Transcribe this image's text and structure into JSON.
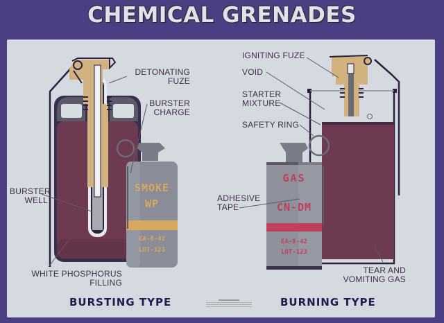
{
  "poster": {
    "title": "CHEMICAL GRENADES",
    "colors": {
      "background": "#4a3f82",
      "board": "#d4dae0",
      "filling": "#6e3a52",
      "fuze_brass": "#d2b27e",
      "canister": "#8a8c98",
      "smoke_marking": "#d8a860",
      "gas_marking": "#c0405a",
      "label_text": "#3c2f48",
      "type_title": "#1f1a4e"
    }
  },
  "bursting": {
    "type_title": "BURSTING TYPE",
    "labels": {
      "detonating_fuze_1": "DETONATING",
      "detonating_fuze_2": "FUZE",
      "burster_charge_1": "BURSTER",
      "burster_charge_2": "CHARGE",
      "burster_well_1": "BURSTER",
      "burster_well_2": "WELL",
      "filling_1": "WHITE PHOSPHORUS",
      "filling_2": "FILLING"
    },
    "canister_markings": {
      "line1": "SMOKE",
      "line2": "WP",
      "line3": "EA-8-42",
      "line4": "LOT-123"
    }
  },
  "burning": {
    "type_title": "BURNING TYPE",
    "labels": {
      "igniting_fuze": "IGNITING FUZE",
      "void": "VOID",
      "starter_mixture_1": "STARTER",
      "starter_mixture_2": "MIXTURE",
      "safety_ring": "SAFETY RING",
      "adhesive_tape_1": "ADHESIVE",
      "adhesive_tape_2": "TAPE",
      "filling_1": "TEAR AND",
      "filling_2": "VOMITING GAS"
    },
    "canister_markings": {
      "line1": "GAS",
      "line2": "CN-DM",
      "line3": "EA-8-42",
      "line4": "LOT-123"
    }
  }
}
